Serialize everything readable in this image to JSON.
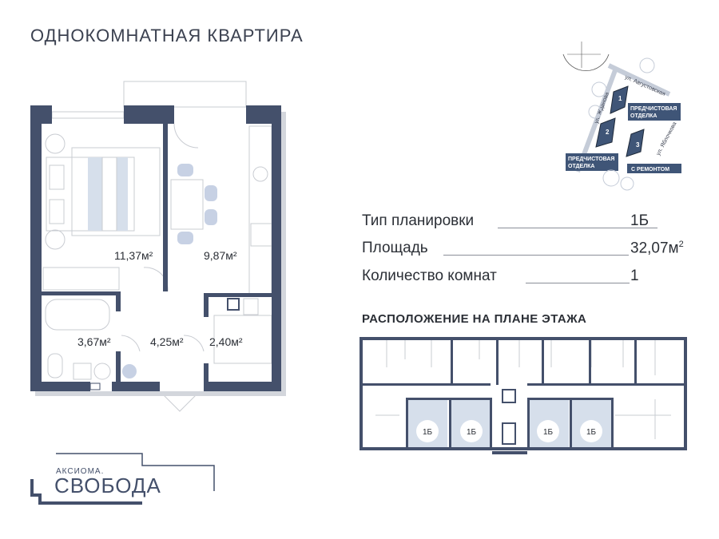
{
  "title": "ОДНОКОМНАТНАЯ КВАРТИРА",
  "colors": {
    "wall": "#44506b",
    "accent_fill": "#d6dfeb",
    "furniture_fill": "#c7d1e4",
    "line": "#c9ccd2"
  },
  "rooms": [
    {
      "name": "bedroom",
      "area": "11,37м²"
    },
    {
      "name": "kitchen",
      "area": "9,87м²"
    },
    {
      "name": "bathroom",
      "area": "3,67м²"
    },
    {
      "name": "hallway",
      "area": "4,25м²"
    },
    {
      "name": "storage",
      "area": "2,40м²"
    }
  ],
  "specs": [
    {
      "label": "Тип планировки",
      "value": "1Б"
    },
    {
      "label": "Площадь",
      "value": "32,07м",
      "sup": "2"
    },
    {
      "label": "Количество комнат",
      "value": "1"
    }
  ],
  "floor_plan": {
    "title": "РАСПОЛОЖЕНИЕ НА ПЛАНЕ ЭТАЖА",
    "unit_label": "1Б"
  },
  "site_map": {
    "streets": [
      "ул. Августовская",
      "ул. Жданова",
      "ул. Яблочкова"
    ],
    "buildings": [
      "1",
      "2",
      "3"
    ],
    "tags": [
      "ПРЕДЧИСТОВАЯ ОТДЕЛКА",
      "ПРЕДЧИСТОВАЯ ОТДЕЛКА",
      "С РЕМОНТОМ"
    ],
    "tag_lines": [
      [
        "ПРЕДЧИСТОВАЯ",
        "ОТДЕЛКА"
      ],
      [
        "ПРЕДЧИСТОВАЯ",
        "ОТДЕЛКА"
      ],
      [
        "С РЕМОНТОМ"
      ]
    ]
  },
  "logo": {
    "top": "АКСИОМА.",
    "main": "СВОБОДА"
  }
}
